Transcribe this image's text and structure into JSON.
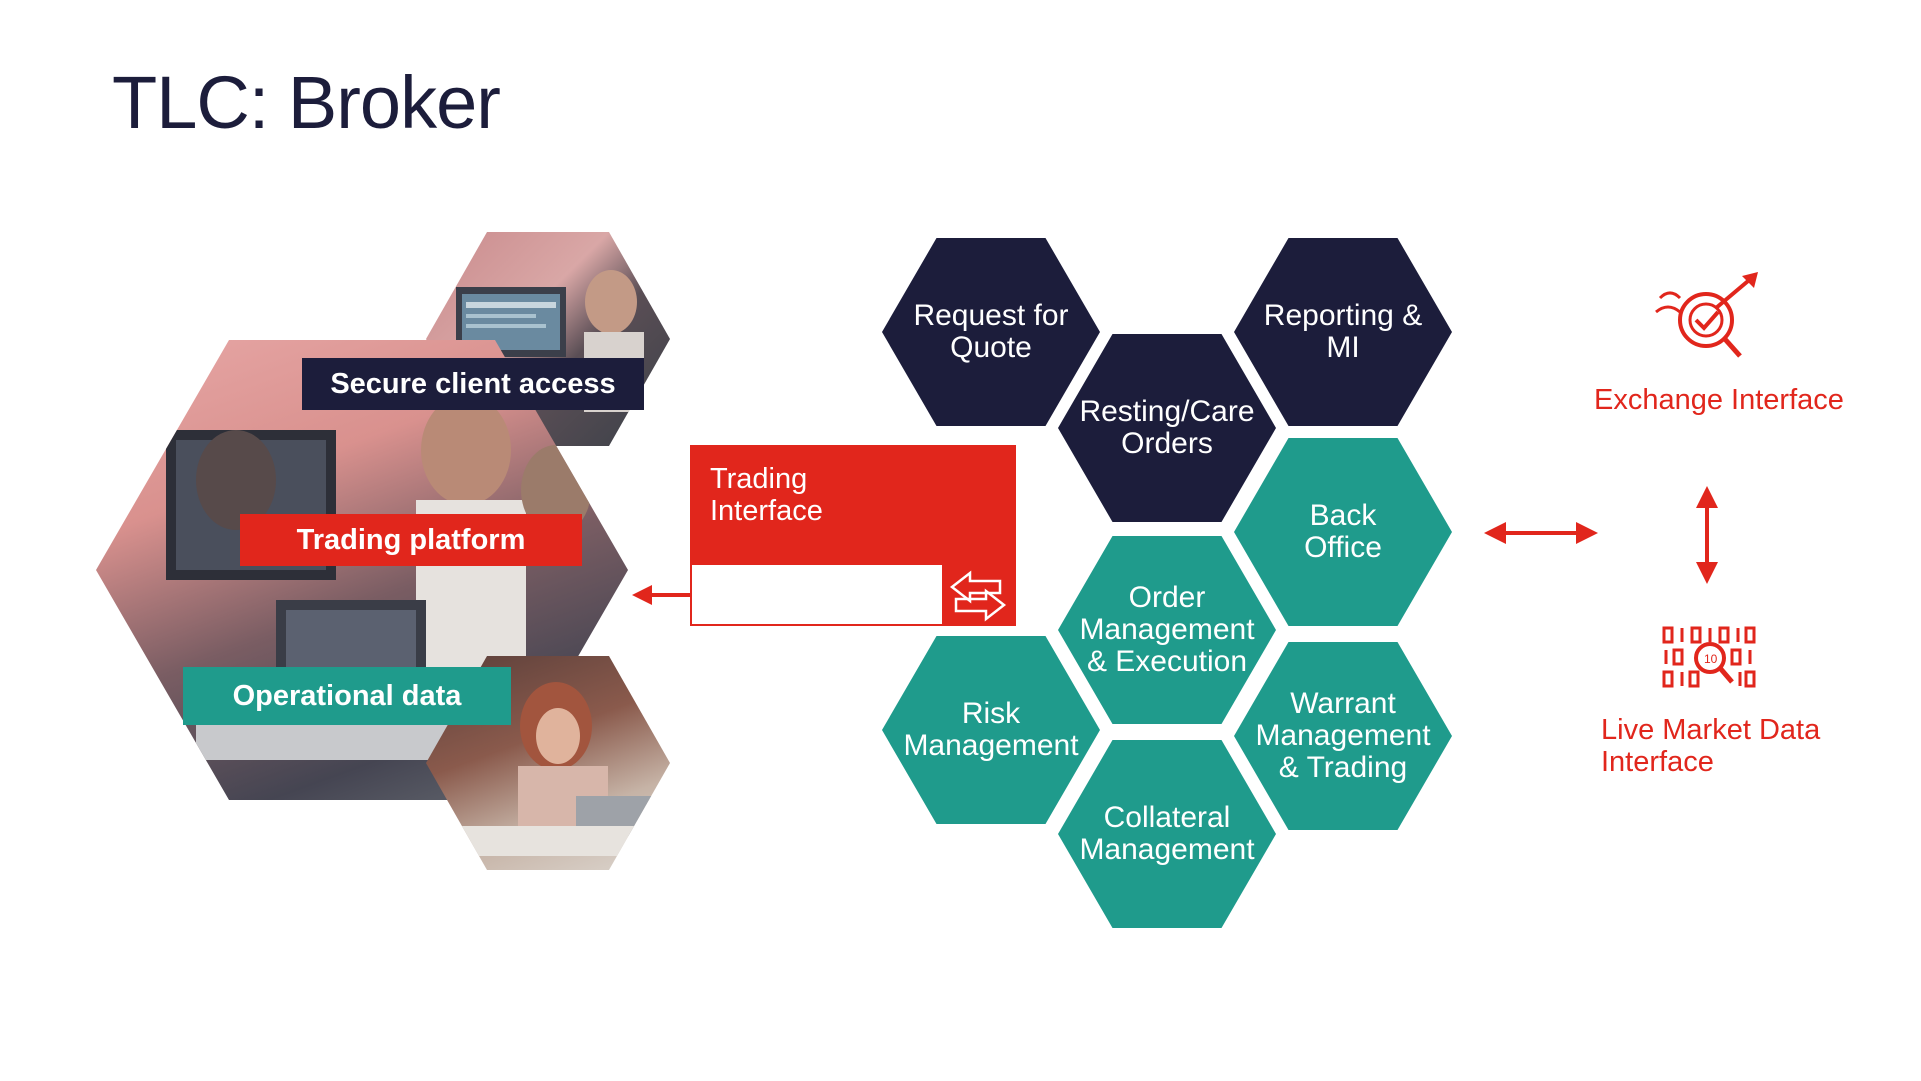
{
  "title": "TLC: Broker",
  "colors": {
    "navy": "#1c1d3b",
    "teal": "#1f9b8c",
    "red": "#e1261c"
  },
  "photo_labels": {
    "secure_client_access": "Secure client access",
    "trading_platform": "Trading platform",
    "operational_data": "Operational data"
  },
  "trading_interface": {
    "label": "Trading\nInterface",
    "icon": "swap-arrows-icon"
  },
  "modules": {
    "rfq": "Request for\nQuote",
    "reporting": "Reporting &\nMI",
    "resting": "Resting/Care\nOrders",
    "back_office": "Back\nOffice",
    "order_mgmt": "Order\nManagement\n& Execution",
    "risk": "Risk\nManagement",
    "warrant": "Warrant\nManagement\n& Trading",
    "collateral": "Collateral\nManagement"
  },
  "exchange_interface": {
    "label": "Exchange Interface",
    "icon": "target-check-icon"
  },
  "market_data": {
    "label": "Live Market Data\nInterface",
    "icon": "binary-search-icon"
  }
}
